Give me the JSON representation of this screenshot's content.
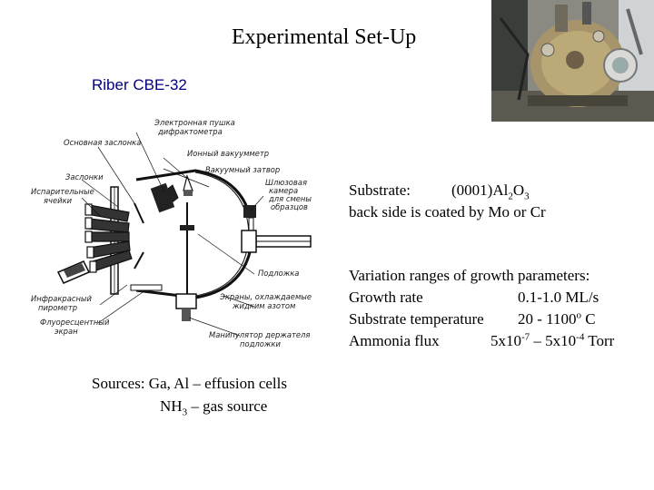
{
  "title": "Experimental Set-Up",
  "subtitle": "Riber CBE-32",
  "diagram": {
    "labels": [
      "Электронная пушка",
      "дифрактометра",
      "Основная заслонка",
      "Ионный вакуумметр",
      "Вакуумный затвор",
      "Заслонки",
      "Испарительные",
      "ячейки",
      "Шлюзовая",
      "камера",
      "для смены",
      "образцов",
      "Подложка",
      "Инфракрасный",
      "пирометр",
      "Экраны, охлаждаемые",
      "жидким азотом",
      "Флуоресцентный",
      "экран",
      "Манипулятор держателя",
      "подложки"
    ]
  },
  "substrate": {
    "label": "Substrate:",
    "value_prefix": "(0001)Al",
    "sub1": "2",
    "value_mid": "O",
    "sub2": "3",
    "coating": "back side is coated by  Mo  or  Cr"
  },
  "growth": {
    "heading": "Variation ranges of growth parameters:",
    "rows": [
      {
        "label": "Growth rate",
        "value": "0.1-1.0 ML/s"
      },
      {
        "label": "Substrate temperature",
        "value_pre": "20 - 1100",
        "sup": "o",
        "value_post": " C"
      },
      {
        "label": "Ammonia flux",
        "v1": "5x10",
        "e1": "-7",
        "mid": " – 5x10",
        "e2": "-4",
        "unit": "  Torr"
      }
    ]
  },
  "sources": {
    "line1": "Sources: Ga, Al – effusion cells",
    "line2_pre": "NH",
    "line2_sub": "3",
    "line2_post": " – gas source"
  }
}
